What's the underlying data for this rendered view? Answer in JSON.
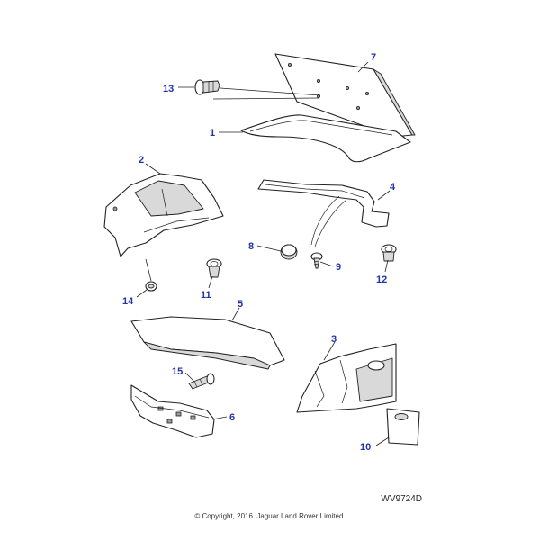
{
  "callouts": {
    "1": "1",
    "2": "2",
    "3": "3",
    "4": "4",
    "5": "5",
    "6": "6",
    "7": "7",
    "8": "8",
    "9": "9",
    "10": "10",
    "11": "11",
    "12": "12",
    "13": "13",
    "14": "14",
    "15": "15"
  },
  "reference_code": "WV9724D",
  "copyright": "© Copyright, 2016. Jaguar Land Rover Limited.",
  "colors": {
    "callout_text": "#2233aa",
    "line_art": "#222222",
    "shading": "#d9d9d9"
  }
}
